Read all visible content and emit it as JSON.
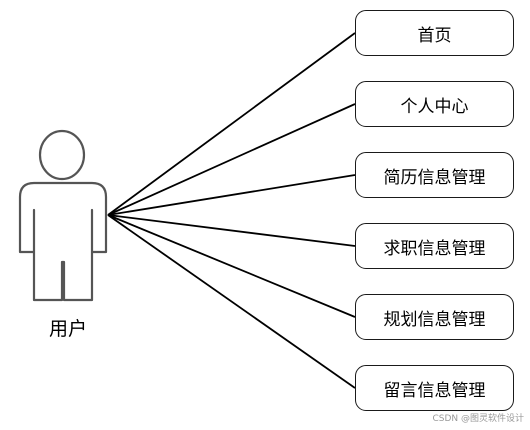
{
  "actor": {
    "label": "用户"
  },
  "use_cases": [
    {
      "label": "首页"
    },
    {
      "label": "个人中心"
    },
    {
      "label": "简历信息管理"
    },
    {
      "label": "求职信息管理"
    },
    {
      "label": "规划信息管理"
    },
    {
      "label": "留言信息管理"
    }
  ],
  "watermark": "CSDN @图灵软件设计"
}
